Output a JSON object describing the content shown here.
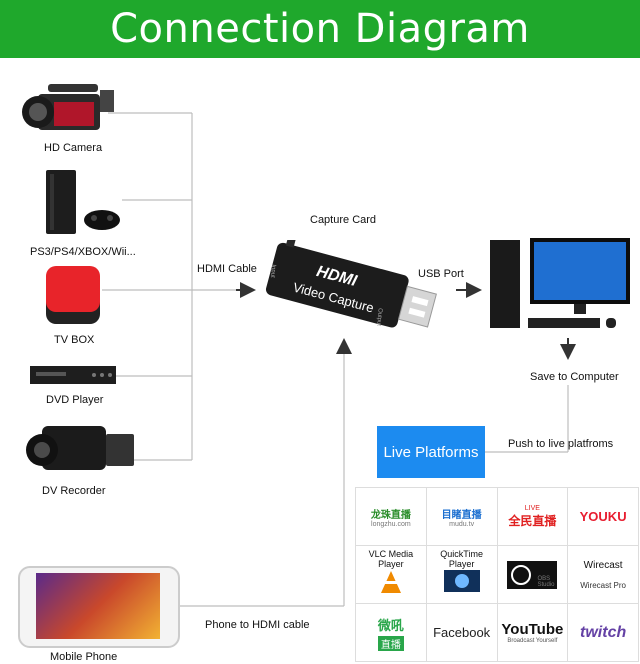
{
  "banner": {
    "title": "Connection Diagram"
  },
  "sources": {
    "hd_camera": "HD Camera",
    "console": "PS3/PS4/XBOX/Wii...",
    "tv_box": "TV BOX",
    "dvd_player": "DVD Player",
    "dv_recorder": "DV Recorder",
    "mobile_phone": "Mobile Phone"
  },
  "links": {
    "hdmi_cable": "HDMI Cable",
    "usb_port": "USB Port",
    "phone_to_hdmi": "Phone to HDMI cable",
    "save_to_computer": "Save to Computer",
    "push_live": "Push to live platfroms"
  },
  "capture_card": {
    "label": "Capture Card",
    "brand": "HDMI",
    "model": "Video Capture",
    "input_mark": "Input",
    "output_mark": "Output"
  },
  "live_box": {
    "label": "Live Platforms"
  },
  "platforms": [
    {
      "name": "龙珠直播",
      "sub": "longzhu.com"
    },
    {
      "name": "目睹直播",
      "sub": "mudu.tv"
    },
    {
      "name": "全民直播",
      "sub": "LIVE"
    },
    {
      "name": "YOUKU",
      "sub": ""
    },
    {
      "name": "VLC Media Player",
      "sub": ""
    },
    {
      "name": "QuickTime Player",
      "sub": ""
    },
    {
      "name": "OBS Studio",
      "sub": ""
    },
    {
      "name": "Wirecast",
      "sub": "Wirecast Pro"
    },
    {
      "name": "微吼",
      "sub": "直播"
    },
    {
      "name": "Facebook",
      "sub": ""
    },
    {
      "name": "YouTube",
      "sub": "Broadcast Yourself"
    },
    {
      "name": "twitch",
      "sub": ""
    }
  ],
  "colors": {
    "banner": "#1fa82c",
    "live_box": "#1c8bf0",
    "wire": "#bdbdbd",
    "arrow": "#333333"
  }
}
